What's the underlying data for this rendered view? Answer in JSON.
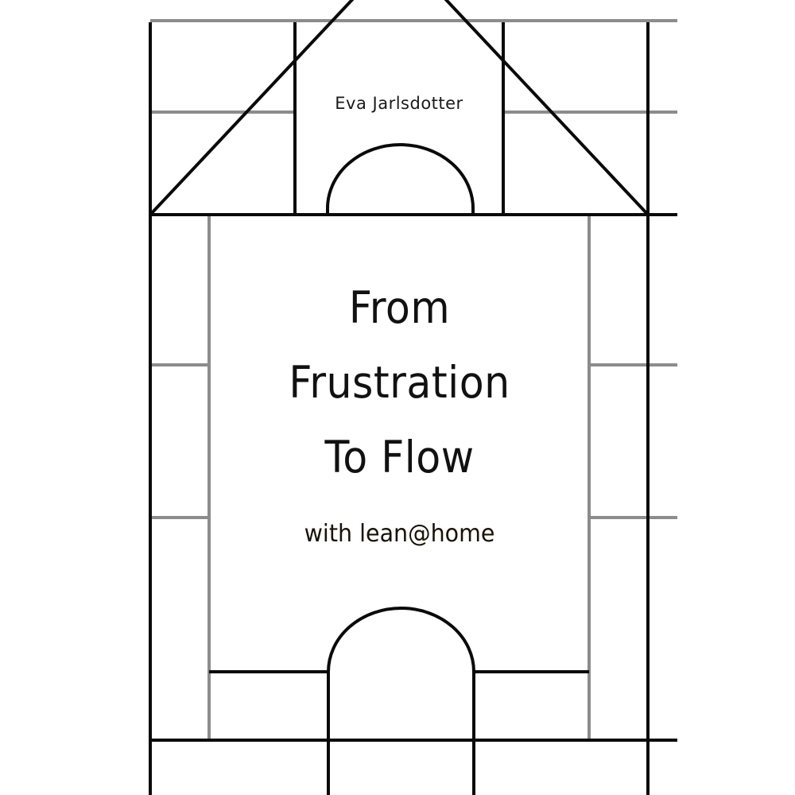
{
  "cover": {
    "author": "Eva Jarlsdotter",
    "title_lines": [
      "From",
      "Frustration",
      "To Flow"
    ],
    "subtitle": "with lean@home"
  },
  "colors": {
    "background": "#ffffff",
    "line_black": "#0a0a0a",
    "line_gray": "#8c8c8c",
    "text": "#111111"
  }
}
